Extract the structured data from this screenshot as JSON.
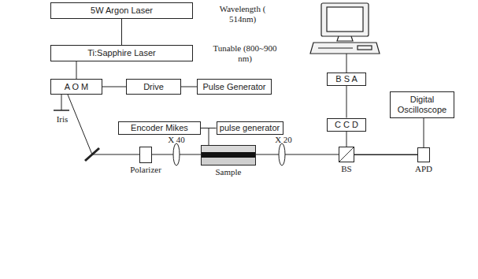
{
  "diagram": {
    "nodes": [
      {
        "text": [
          "5W Argon Laser"
        ]
      },
      {
        "text": [
          "Ti:Sapphire Laser"
        ]
      },
      {
        "text": [
          "A O M"
        ]
      },
      {
        "text": [
          "Drive"
        ]
      },
      {
        "text": [
          "Pulse Generator"
        ]
      },
      {
        "text": [
          "B S A"
        ]
      },
      {
        "text": [
          "C C D"
        ]
      },
      {
        "text": [
          "Digital Oscilloscope"
        ]
      },
      {
        "text": [
          "Encoder Mikes"
        ]
      },
      {
        "text": [
          "pulse generator"
        ]
      },
      {
        "text": [
          "Polarizer"
        ]
      },
      {
        "text": [
          "Sample"
        ]
      },
      {
        "text": [
          "BS"
        ]
      },
      {
        "text": [
          "APD"
        ]
      }
    ],
    "edges": [
      {
        "from": 0,
        "to": 1,
        "arrow": "none"
      },
      {
        "from": 1,
        "to": 2,
        "arrow": "none"
      },
      {
        "from": 2,
        "to": 3,
        "arrow": "none"
      },
      {
        "from": 3,
        "to": 4,
        "arrow": "none"
      },
      {
        "from": 8,
        "to": 9,
        "arrow": "none"
      },
      {
        "from": 12,
        "to": 6,
        "arrow": "none"
      },
      {
        "from": 6,
        "to": 5,
        "arrow": "none"
      },
      {
        "from": 7,
        "to": 13,
        "arrow": "none"
      },
      {
        "from": 12,
        "to": 13,
        "arrow": "none"
      }
    ],
    "labels": [
      "Wavelength ( 514nm)",
      "Tunable (800~900 nm)",
      "Iris",
      "X 40",
      "X 20"
    ]
  }
}
